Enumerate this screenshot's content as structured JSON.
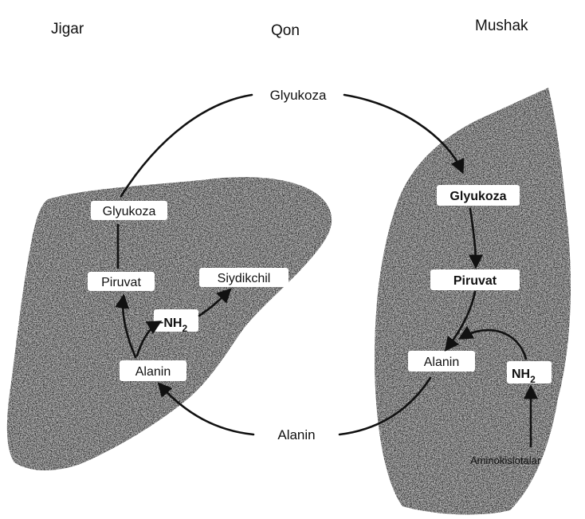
{
  "headers": {
    "liver": "Jigar",
    "blood": "Qon",
    "muscle": "Mushak"
  },
  "blood": {
    "glucose": "Glyukoza",
    "alanine": "Alanin"
  },
  "liver": {
    "glucose": "Glyukoza",
    "pyruvate": "Piruvat",
    "urea": "Siydikchil",
    "amino_group": "NH",
    "amino_group_prefix": "−",
    "amino_group_sub": "2",
    "alanine": "Alanin"
  },
  "muscle": {
    "glucose": "Glyukoza",
    "pyruvate": "Piruvat",
    "alanine": "Alanin",
    "amino_group": "NH",
    "amino_group_sub": "2",
    "amino_acids": "Aminokislotalar"
  },
  "colors": {
    "ink": "#111111",
    "organ_fill": "#9a9a9a",
    "label_bg": "#ffffff"
  }
}
